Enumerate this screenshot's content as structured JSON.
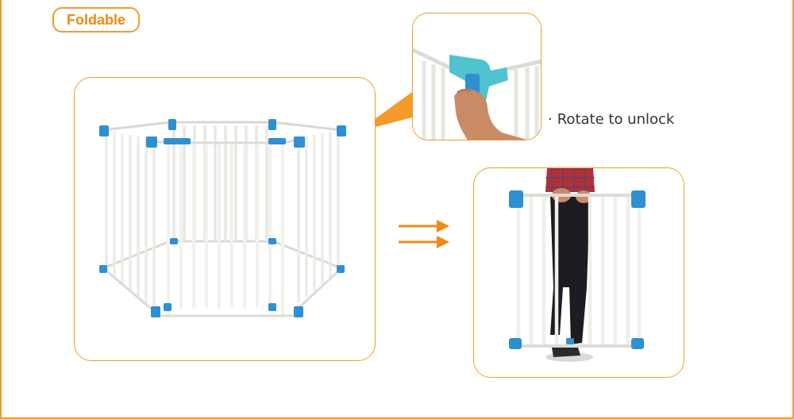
{
  "badge": {
    "label": "Foldable"
  },
  "callout": {
    "text": "Rotate to unlock",
    "bullet": "·"
  },
  "colors": {
    "accent": "#f39a2a",
    "hinge_blue": "#2f8fd3",
    "clip_teal": "#4fc3d0",
    "bar_white": "#f4f4f1",
    "text": "#333333"
  },
  "images": {
    "main": "hexagonal-gate-playpen",
    "detail": "hand-rotating-hinge",
    "folded": "person-carrying-folded-panel"
  }
}
